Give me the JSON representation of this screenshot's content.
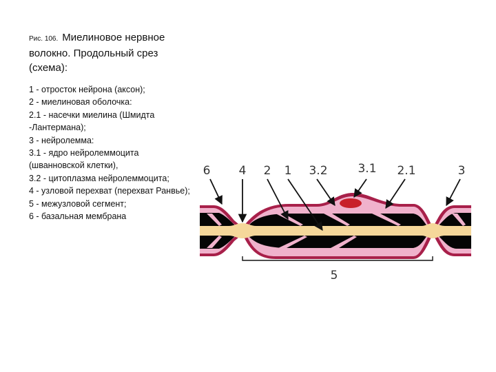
{
  "caption": {
    "figure_number": "Рис. 106.",
    "title": "Миелиновое нервное волокно. Продольный срез (схема):"
  },
  "legend": [
    "1 - отросток нейрона (аксон);",
    "2 - миелиновая оболочка:",
    "2.1 - насечки миелина (Шмидта -Лантермана);",
    "3 - нейролемма:",
    "3.1 - ядро нейролеммоцита (шванновской клетки),",
    "3.2 - цитоплазма нейролеммоцита;",
    "4 - узловой перехват (перехват Ранвье);",
    "5 - межузловой сегмент;",
    "6 - базальная мембрана"
  ],
  "diagram": {
    "labels": {
      "l6": "6",
      "l4": "4",
      "l2": "2",
      "l1": "1",
      "l3_2": "3.2",
      "l3_1": "3.1",
      "l2_1": "2.1",
      "l3": "3",
      "l5": "5"
    },
    "colors": {
      "membrane": "#a8204a",
      "cytoplasm": "#f0b2cc",
      "myelin": "#050505",
      "axon": "#f5d79a",
      "nucleus": "#c8202a",
      "arrow": "#111111"
    }
  }
}
